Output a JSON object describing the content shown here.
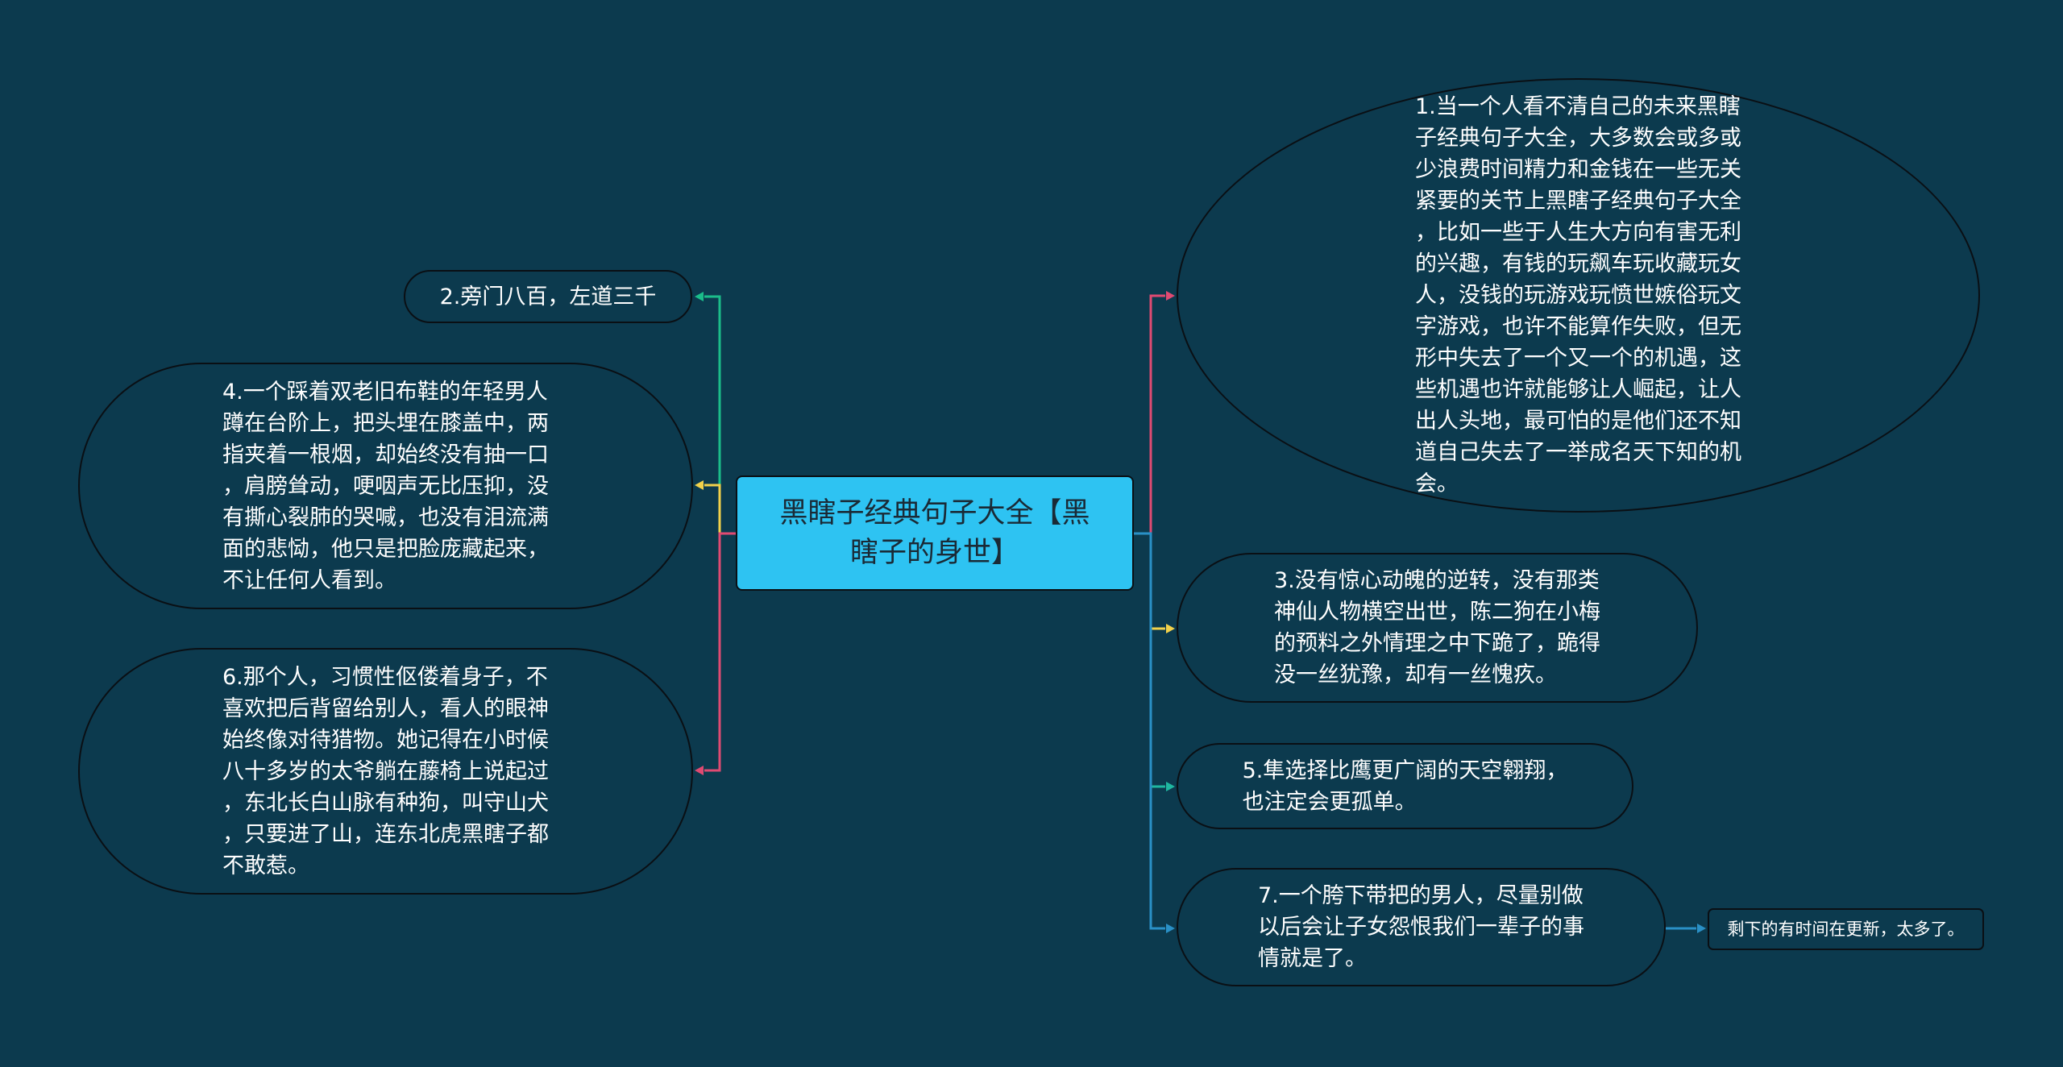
{
  "colors": {
    "background": "#0c3a4e",
    "root_fill": "#2ec3f2",
    "node_border": "#0a0f14",
    "text": "#ffffff",
    "edge_green": "#1bbd8a",
    "edge_yellow": "#f2d14b",
    "edge_pink": "#e04a72",
    "edge_blue": "#2a90c6",
    "edge_teal": "#1fb7a0"
  },
  "mindmap": {
    "root": {
      "label": "黑瞎子经典句子大全【黑\n瞎子的身世】"
    },
    "left": [
      {
        "label": "2.旁门八百，左道三千"
      },
      {
        "label": "4.一个踩着双老旧布鞋的年轻男人\n蹲在台阶上，把头埋在膝盖中，两\n指夹着一根烟，却始终没有抽一口\n，肩膀耸动，哽咽声无比压抑，没\n有撕心裂肺的哭喊，也没有泪流满\n面的悲恸，他只是把脸庞藏起来，\n不让任何人看到。"
      },
      {
        "label": "6.那个人，习惯性伛偻着身子，不\n喜欢把后背留给别人，看人的眼神\n始终像对待猎物。她记得在小时候\n八十多岁的太爷躺在藤椅上说起过\n，东北长白山脉有种狗，叫守山犬\n，只要进了山，连东北虎黑瞎子都\n不敢惹。"
      }
    ],
    "right": [
      {
        "label": "1.当一个人看不清自己的未来黑瞎\n子经典句子大全，大多数会或多或\n少浪费时间精力和金钱在一些无关\n紧要的关节上黑瞎子经典句子大全\n，比如一些于人生大方向有害无利\n的兴趣，有钱的玩飙车玩收藏玩女\n人，没钱的玩游戏玩愤世嫉俗玩文\n字游戏，也许不能算作失败，但无\n形中失去了一个又一个的机遇，这\n些机遇也许就能够让人崛起，让人\n出人头地，最可怕的是他们还不知\n道自己失去了一举成名天下知的机\n会。"
      },
      {
        "label": "3.没有惊心动魄的逆转，没有那类\n神仙人物横空出世，陈二狗在小梅\n的预料之外情理之中下跪了，跪得\n没一丝犹豫，却有一丝愧疚。"
      },
      {
        "label": "5.隼选择比鹰更广阔的天空翱翔，\n也注定会更孤单。"
      },
      {
        "label": "7.一个胯下带把的男人，尽量别做\n以后会让子女怨恨我们一辈子的事\n情就是了。"
      }
    ],
    "leaf": {
      "label": "剩下的有时间在更新，太多了。"
    }
  }
}
